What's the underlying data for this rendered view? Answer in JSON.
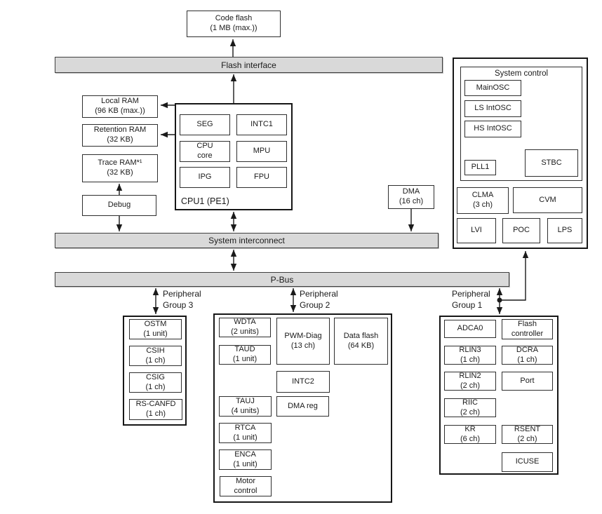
{
  "buses": {
    "flash_interface": "Flash interface",
    "system_interconnect": "System interconnect",
    "p_bus": "P-Bus"
  },
  "memory": {
    "code_flash": "Code flash\n(1 MB (max.))",
    "local_ram": "Local RAM\n(96 KB (max.))",
    "retention_ram": "Retention RAM\n(32 KB)",
    "trace_ram": "Trace RAM*¹\n(32 KB)",
    "debug": "Debug"
  },
  "cpu1": {
    "label": "CPU1 (PE1)",
    "seg": "SEG",
    "intc1": "INTC1",
    "cpu_core": "CPU\ncore",
    "mpu": "MPU",
    "ipg": "IPG",
    "fpu": "FPU"
  },
  "dma": "DMA\n(16 ch)",
  "system_control": {
    "title": "System control",
    "mainosc": "MainOSC",
    "ls_intosc": "LS IntOSC",
    "hs_intosc": "HS IntOSC",
    "pll1": "PLL1",
    "stbc": "STBC",
    "clma": "CLMA\n(3 ch)",
    "cvm": "CVM",
    "lvi": "LVI",
    "poc": "POC",
    "lps": "LPS"
  },
  "group3": {
    "label": "Peripheral\nGroup 3",
    "ostm": "OSTM\n(1 unit)",
    "csih": "CSIH\n(1 ch)",
    "csig": "CSIG\n(1 ch)",
    "rs_canfd": "RS-CANFD\n(1 ch)"
  },
  "group2": {
    "label": "Peripheral\nGroup 2",
    "wdta": "WDTA\n(2 units)",
    "taud": "TAUD\n(1 unit)",
    "pwm_diag": "PWM-Diag\n(13 ch)",
    "data_flash": "Data flash\n(64 KB)",
    "intc2": "INTC2",
    "tauj": "TAUJ\n(4 units)",
    "dma_reg": "DMA reg",
    "rtca": "RTCA\n(1 unit)",
    "enca": "ENCA\n(1 unit)",
    "motor_control": "Motor\ncontrol"
  },
  "group1": {
    "label": "Peripheral\nGroup 1",
    "adca0": "ADCA0",
    "flash_controller": "Flash\ncontroller",
    "rlin3": "RLIN3\n(1 ch)",
    "dcra": "DCRA\n(1 ch)",
    "rlin2": "RLIN2\n(2 ch)",
    "port": "Port",
    "riic": "RIIC\n(2 ch)",
    "kr": "KR\n(6 ch)",
    "rsent": "RSENT\n(2 ch)",
    "icuse": "ICUSE"
  },
  "colors": {
    "bus_fill": "#d9d9d9",
    "line": "#1a1a1a",
    "background": "#ffffff"
  }
}
